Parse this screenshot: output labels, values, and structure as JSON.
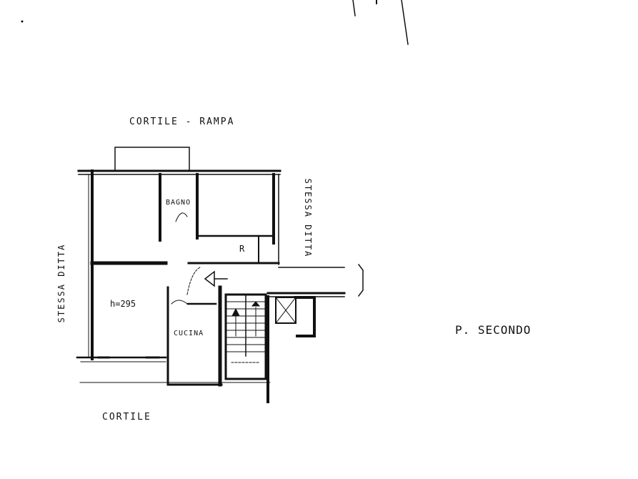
{
  "labels": {
    "cortile_rampa": "CORTILE - RAMPA",
    "cortile": "CORTILE",
    "stessa_ditta_left": "STESSA DITTA",
    "stessa_ditta_right": "STESSA DITTA",
    "bagno": "BAGNO",
    "cucina": "CUCINA",
    "ripostiglio": "R",
    "height": "h=295",
    "floor": "P. SECONDO"
  }
}
